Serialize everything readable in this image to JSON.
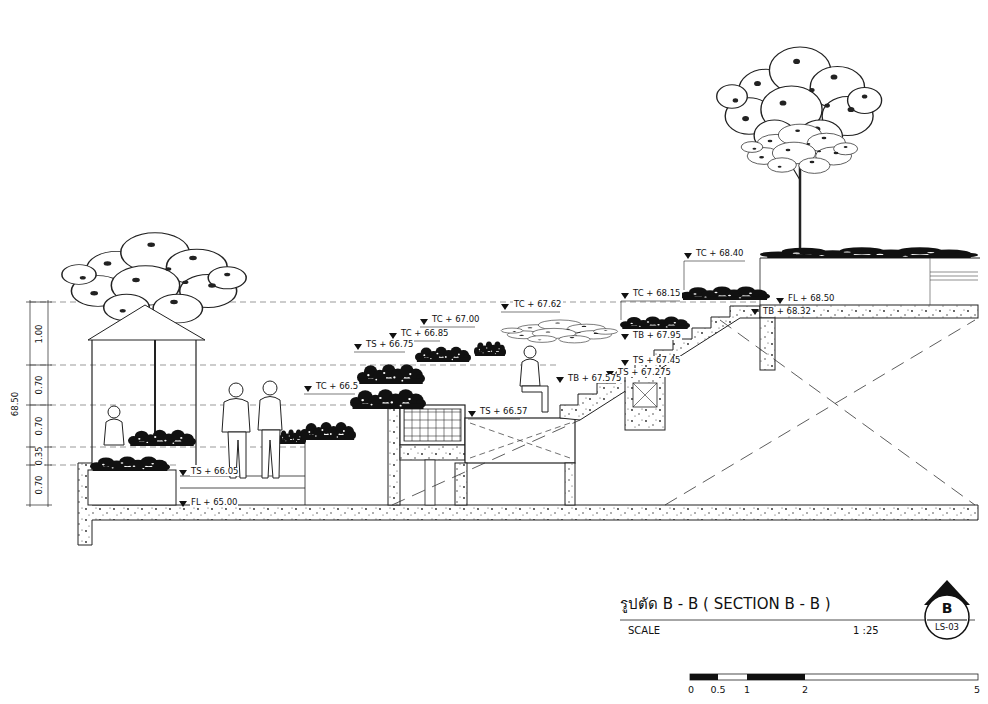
{
  "diagram": {
    "title": "รูปตัด B - B ( SECTION B - B )",
    "nodes": [
      {
        "text": [
          "B",
          "LS-03"
        ]
      }
    ],
    "labels": [
      "1.00",
      "0.70",
      "0.70",
      "0.35",
      "0.70",
      "68.50",
      "TC + 68.40",
      "TC + 68.15",
      "FL + 68.50",
      "TB + 68.32",
      "TC + 67.62",
      "TB + 67.95",
      "TC + 67.00",
      "TC + 66.85",
      "TS + 66.75",
      "TS + 67.45",
      "TS + 67.275",
      "TB + 67.575",
      "TC + 66.5",
      "TS + 66.57",
      "TS + 66.05",
      "FL + 65.00",
      "SCALE",
      "1 :25",
      "0",
      "0.5",
      "1",
      "2",
      "5"
    ]
  }
}
